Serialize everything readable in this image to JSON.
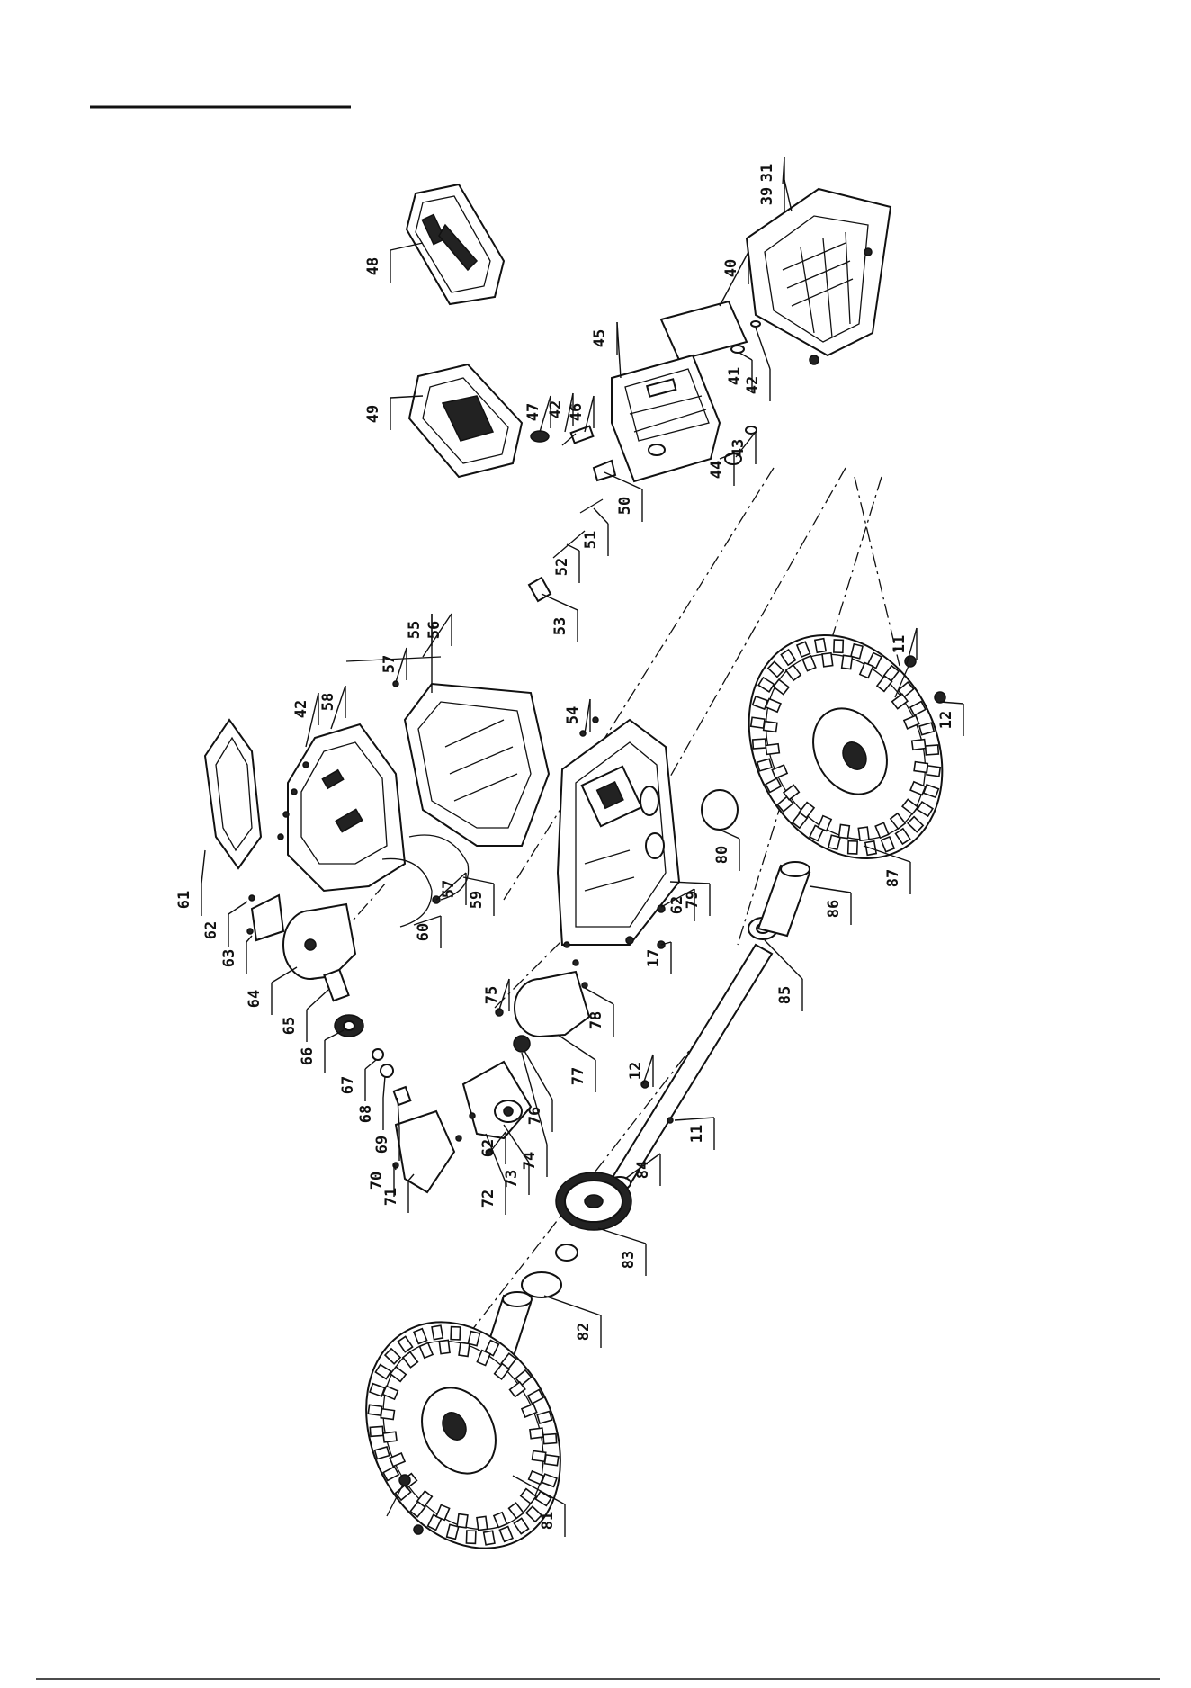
{
  "footer_text": "",
  "labels": [
    {
      "id": "31",
      "text": "31"
    },
    {
      "id": "39",
      "text": "39"
    },
    {
      "id": "40",
      "text": "40"
    },
    {
      "id": "41",
      "text": "41"
    },
    {
      "id": "42a",
      "text": "42"
    },
    {
      "id": "42b",
      "text": "42"
    },
    {
      "id": "42c",
      "text": "42"
    },
    {
      "id": "43",
      "text": "43"
    },
    {
      "id": "44",
      "text": "44"
    },
    {
      "id": "45",
      "text": "45"
    },
    {
      "id": "46",
      "text": "46"
    },
    {
      "id": "47",
      "text": "47"
    },
    {
      "id": "48",
      "text": "48"
    },
    {
      "id": "49",
      "text": "49"
    },
    {
      "id": "50",
      "text": "50"
    },
    {
      "id": "51",
      "text": "51"
    },
    {
      "id": "52",
      "text": "52"
    },
    {
      "id": "53",
      "text": "53"
    },
    {
      "id": "54",
      "text": "54"
    },
    {
      "id": "55",
      "text": "55"
    },
    {
      "id": "56",
      "text": "56"
    },
    {
      "id": "57a",
      "text": "57"
    },
    {
      "id": "57b",
      "text": "57"
    },
    {
      "id": "58",
      "text": "58"
    },
    {
      "id": "59",
      "text": "59"
    },
    {
      "id": "60",
      "text": "60"
    },
    {
      "id": "61",
      "text": "61"
    },
    {
      "id": "62a",
      "text": "62"
    },
    {
      "id": "62b",
      "text": "62"
    },
    {
      "id": "62c",
      "text": "62"
    },
    {
      "id": "63",
      "text": "63"
    },
    {
      "id": "64",
      "text": "64"
    },
    {
      "id": "65",
      "text": "65"
    },
    {
      "id": "66",
      "text": "66"
    },
    {
      "id": "67",
      "text": "67"
    },
    {
      "id": "68",
      "text": "68"
    },
    {
      "id": "69",
      "text": "69"
    },
    {
      "id": "70",
      "text": "70"
    },
    {
      "id": "71",
      "text": "71"
    },
    {
      "id": "72",
      "text": "72"
    },
    {
      "id": "73",
      "text": "73"
    },
    {
      "id": "74",
      "text": "74"
    },
    {
      "id": "75",
      "text": "75"
    },
    {
      "id": "76",
      "text": "76"
    },
    {
      "id": "77",
      "text": "77"
    },
    {
      "id": "78",
      "text": "78"
    },
    {
      "id": "79",
      "text": "79"
    },
    {
      "id": "80",
      "text": "80"
    },
    {
      "id": "11a",
      "text": "11"
    },
    {
      "id": "11b",
      "text": "11"
    },
    {
      "id": "12a",
      "text": "12"
    },
    {
      "id": "12b",
      "text": "12"
    },
    {
      "id": "17",
      "text": "17"
    },
    {
      "id": "81",
      "text": "81"
    },
    {
      "id": "82",
      "text": "82"
    },
    {
      "id": "83",
      "text": "83"
    },
    {
      "id": "84",
      "text": "84"
    },
    {
      "id": "85",
      "text": "85"
    },
    {
      "id": "86",
      "text": "86"
    },
    {
      "id": "87",
      "text": "87"
    }
  ]
}
